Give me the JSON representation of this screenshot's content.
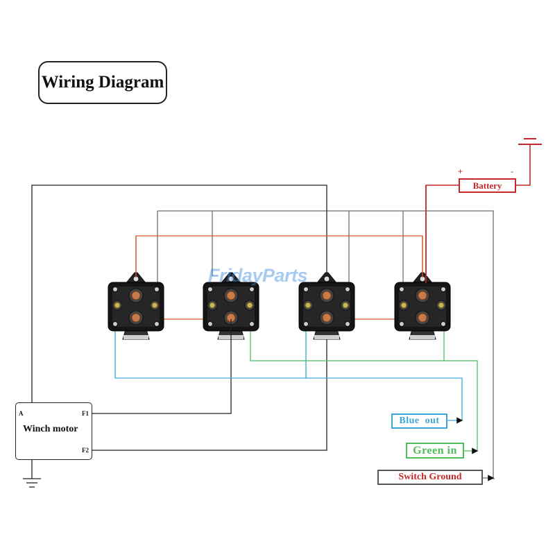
{
  "title": "Wiring Diagram",
  "battery": {
    "label": "Battery",
    "plus": "+",
    "minus": "-"
  },
  "motor": {
    "label": "Winch motor",
    "terminal_a": "A",
    "terminal_f1": "F1",
    "terminal_f2": "F2"
  },
  "outputs": {
    "blue": "Blue  out",
    "green": "Green in",
    "ground": "Switch Ground"
  },
  "watermark": "FridayParts",
  "solenoid_count": 4,
  "colors": {
    "red_wire": "#c62828",
    "orange_wire": "#d9542b",
    "blue_wire": "#3aa6d8",
    "green_wire": "#4cbf5a",
    "gray_wire": "#6e6e6e",
    "black_wire": "#222222"
  }
}
